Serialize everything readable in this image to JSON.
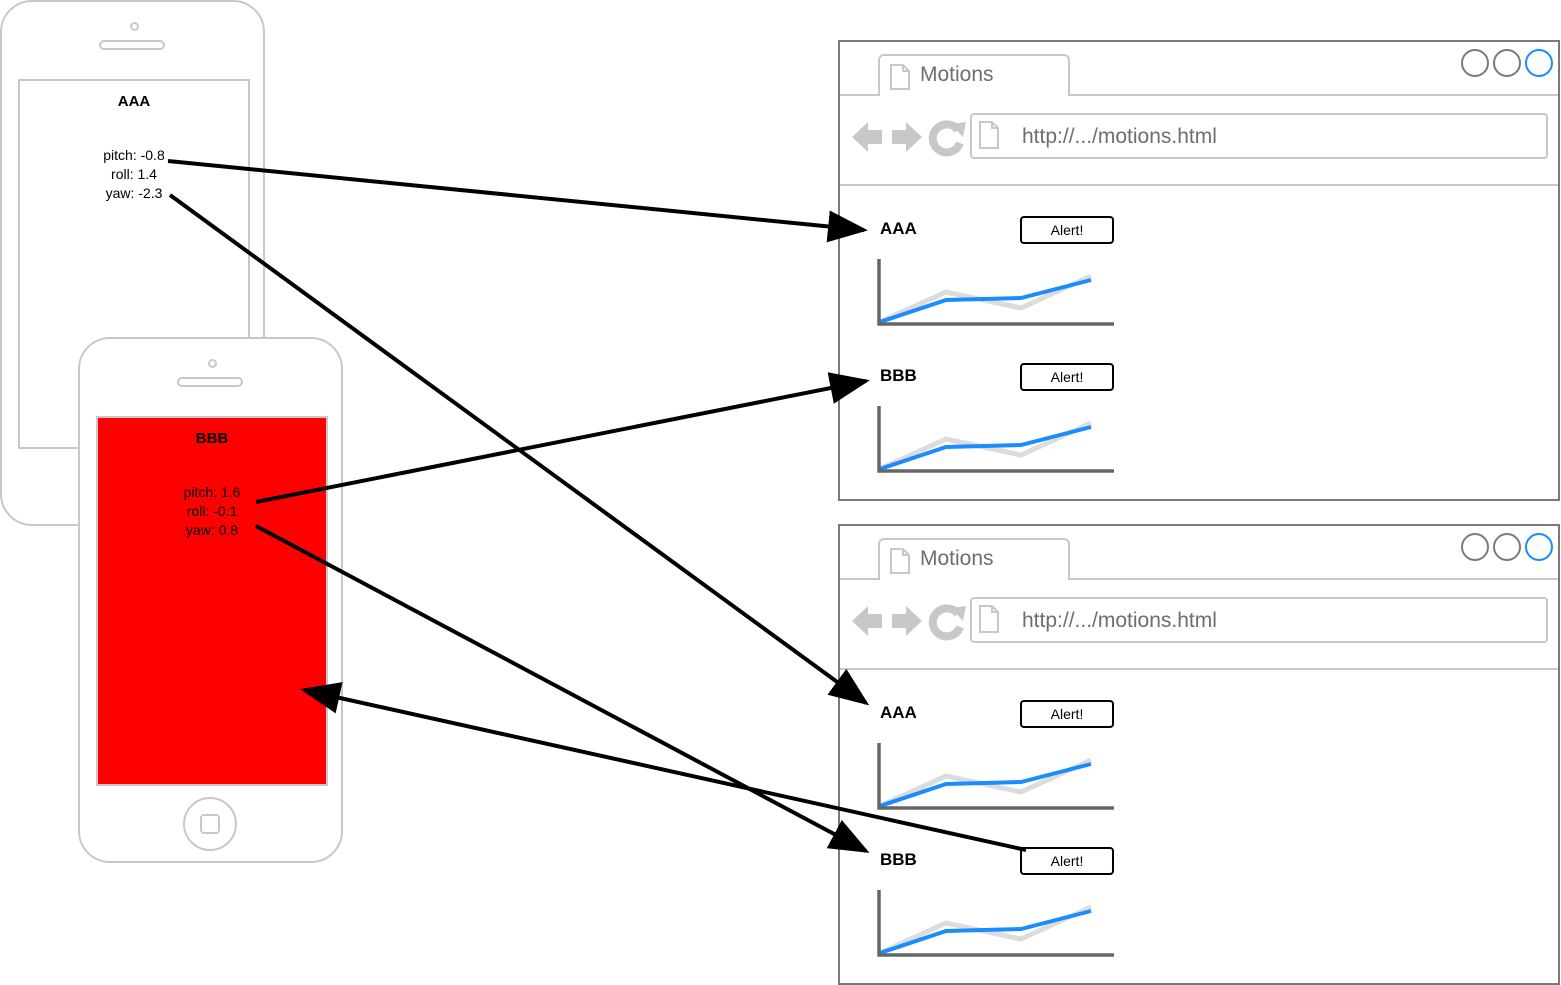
{
  "phones": [
    {
      "name": "AAA",
      "pitch": "pitch: -0.8",
      "roll": "roll: 1.4",
      "yaw": "yaw: -2.3",
      "screen_color": "#ffffff"
    },
    {
      "name": "BBB",
      "pitch": "pitch: 1.6",
      "roll": "roll: -0.1",
      "yaw": "yaw: 0.8",
      "screen_color": "#ff0000"
    }
  ],
  "browsers": [
    {
      "tab_title": "Motions",
      "url": "http://.../motions.html",
      "devices": [
        {
          "name": "AAA",
          "alert_label": "Alert!"
        },
        {
          "name": "BBB",
          "alert_label": "Alert!"
        }
      ]
    },
    {
      "tab_title": "Motions",
      "url": "http://.../motions.html",
      "devices": [
        {
          "name": "AAA",
          "alert_label": "Alert!"
        },
        {
          "name": "BBB",
          "alert_label": "Alert!"
        }
      ]
    }
  ],
  "colors": {
    "accent": "#1a8cff",
    "alert_screen": "#ff0000",
    "frame": "#c8c8c8",
    "window_border": "#7a7a7a"
  },
  "icons": [
    "document-icon",
    "back-arrow-icon",
    "forward-arrow-icon",
    "reload-icon",
    "window-button-icon",
    "home-button-icon"
  ]
}
